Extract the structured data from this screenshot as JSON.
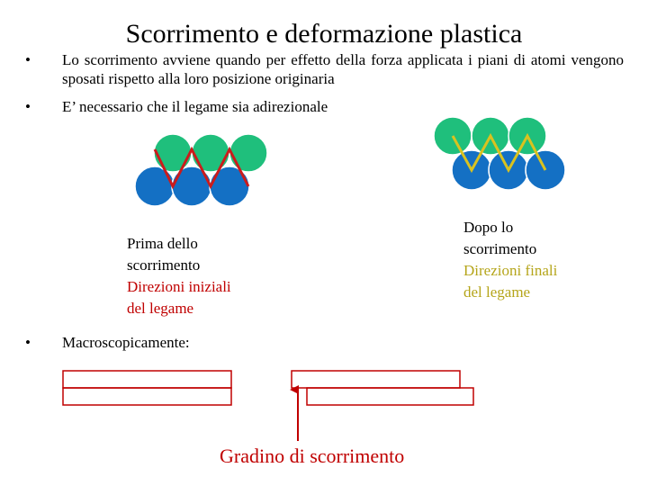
{
  "title": "Scorrimento e deformazione plastica",
  "bullets": [
    "Lo scorrimento avviene  quando per effetto della forza applicata i piani di atomi vengono sposati rispetto alla loro posizione originaria",
    "E’ necessario che il legame sia adirezionale",
    "Macroscopicamente:"
  ],
  "bullet_symbol": "•",
  "before": {
    "line1": "Prima dello",
    "line2": "scorrimento",
    "colored1": "Direzioni iniziali",
    "colored2": "del legame",
    "bond_color": "#cc1b1b"
  },
  "after": {
    "line1": "Dopo lo",
    "line2": "scorrimento",
    "colored1": "Direzioni finali",
    "colored2": "del legame",
    "bond_color": "#d9c21f"
  },
  "colors": {
    "top_atoms": "#1fbf7c",
    "bottom_atoms": "#1470c4",
    "block_outline": "#c00000",
    "arrow": "#c00000",
    "caption_before": "#c00000",
    "caption_after": "#b5a51a"
  },
  "gradino": "Gradino di scorrimento"
}
